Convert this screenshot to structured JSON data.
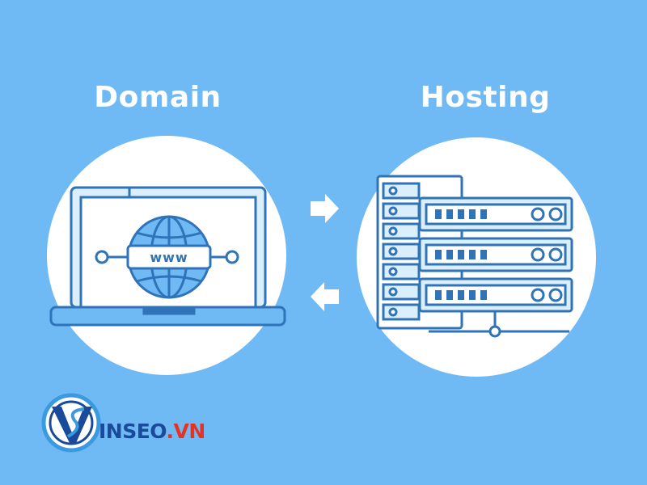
{
  "labels": {
    "domain": "Domain",
    "hosting": "Hosting"
  },
  "globe": {
    "text": "www"
  },
  "logo": {
    "text_main": "INSEO",
    "text_suffix": ".VN"
  },
  "colors": {
    "background": "#6fb9f4",
    "line": "#2f73b8",
    "light_fill": "#dbeefc",
    "white": "#ffffff"
  },
  "icons": {
    "arrow_right": "arrow-right-icon",
    "arrow_left": "arrow-left-icon",
    "laptop": "laptop-icon",
    "globe": "globe-icon",
    "server": "server-rack-icon",
    "logo": "vinseo-logo-icon"
  }
}
